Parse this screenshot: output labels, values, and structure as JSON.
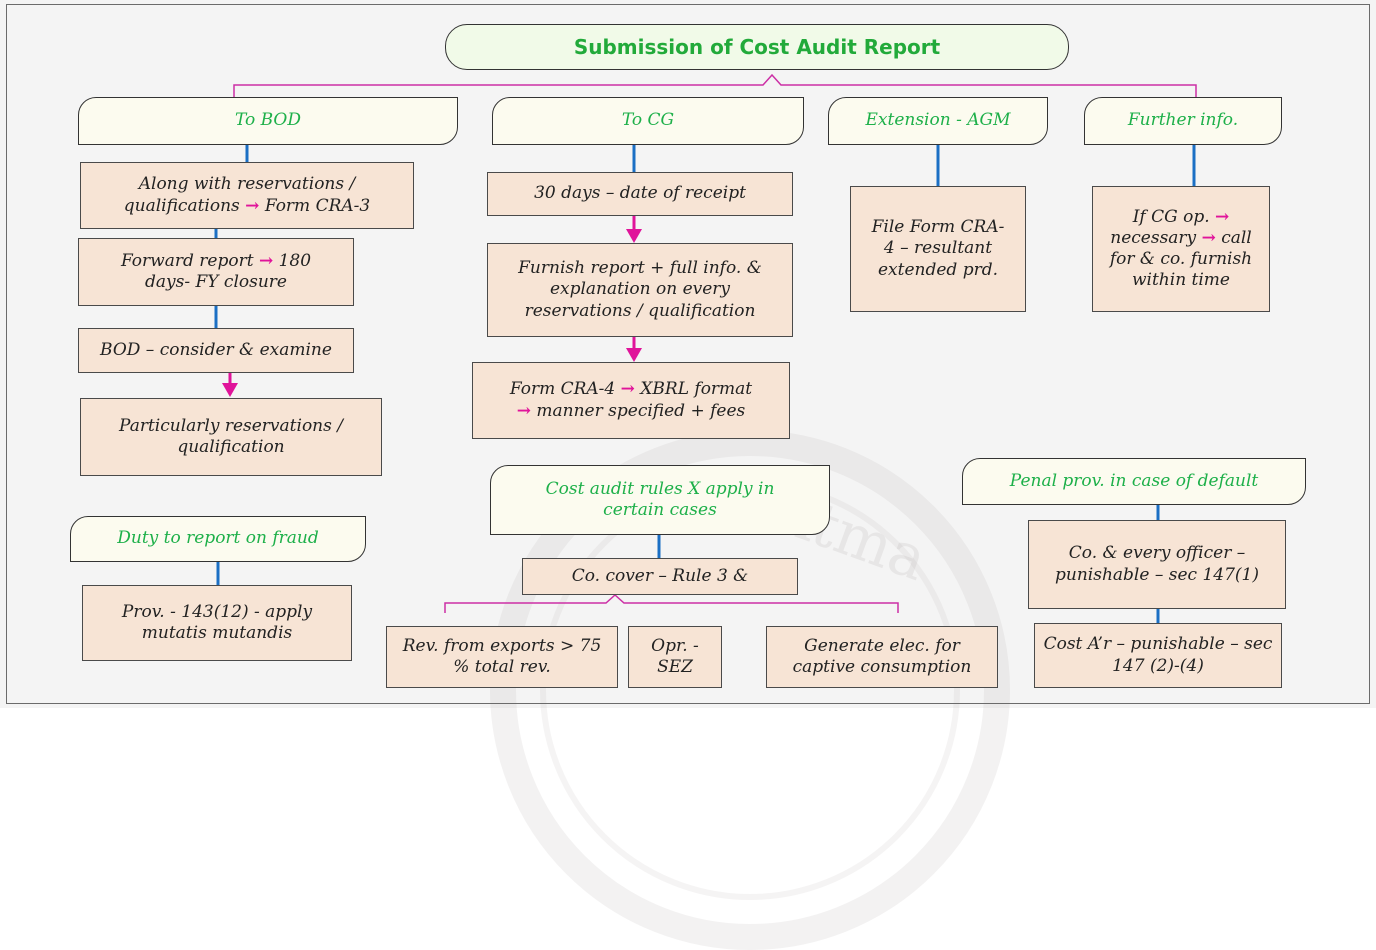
{
  "title": "Submission of Cost Audit Report",
  "colors": {
    "heading_text": "#1eb04a",
    "title_text": "#22aa3a",
    "node_fill": "#f7e4d5",
    "head_fill": "#fcfbef",
    "connector_blue": "#1b6fc4",
    "arrow_magenta": "#e0149a",
    "brace_magenta": "#cc2fa5"
  },
  "branches": {
    "bod": {
      "heading": "To BOD",
      "step1_a": "Along with reservations /",
      "step1_b": "qualifications",
      "step1_c": "Form CRA-3",
      "step2_a": "Forward report",
      "step2_b": "180",
      "step2_c": "days- FY closure",
      "step3": "BOD – consider & examine",
      "step4": "Particularly reservations / qualification"
    },
    "cg": {
      "heading": "To CG",
      "step1": "30 days – date of receipt",
      "step2": "Furnish report + full info. & explanation on every reservations / qualification",
      "step3_a": "Form CRA-4",
      "step3_b": "XBRL format",
      "step3_c": "manner specified + fees"
    },
    "extension": {
      "heading": "Extension - AGM",
      "step1": "File Form CRA-4 – resultant extended prd."
    },
    "further": {
      "heading": "Further info.",
      "step1_a": "If CG op.",
      "step1_b": "necessary",
      "step1_c": "call for & co. furnish within time"
    }
  },
  "fraud": {
    "heading": "Duty to report on fraud",
    "step1": "Prov. - 143(12) - apply mutatis mutandis"
  },
  "exemptions": {
    "heading": "Cost audit rules X apply in certain cases",
    "cover": "Co. cover – Rule 3 &",
    "items": [
      "Rev. from exports > 75 % total rev.",
      "Opr. - SEZ",
      "Generate elec. for captive consumption"
    ]
  },
  "penal": {
    "heading": "Penal prov. in case of default",
    "step1": "Co. & every officer – punishable – sec 147(1)",
    "step2": "Cost A’r – punishable – sec 147 (2)-(4)"
  },
  "watermark": "Ātma"
}
